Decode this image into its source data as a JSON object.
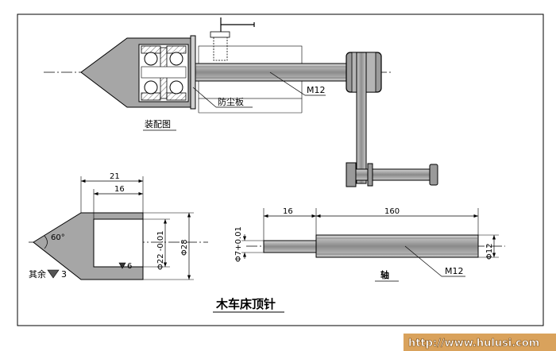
{
  "title": "木车床顶针",
  "labels": {
    "assembly": "装配图",
    "dust_plate": "防尘板",
    "thread_top": "M12",
    "shaft": "轴",
    "thread_shaft": "M12",
    "rest_roughness": "其余",
    "rest_roughness_value": "3",
    "inner_roughness": "6",
    "angle": "60°"
  },
  "dims": {
    "tip_outer_len": "21",
    "tip_inner_len": "16",
    "tip_inner_dia": "Φ22 -0.01",
    "tip_outer_dia": "Φ28",
    "shaft_small_len": "16",
    "shaft_big_len": "160",
    "shaft_small_dia": "Φ7+0.01",
    "shaft_big_dia": "Φ12"
  },
  "watermark": "http://www.hulusi.com"
}
